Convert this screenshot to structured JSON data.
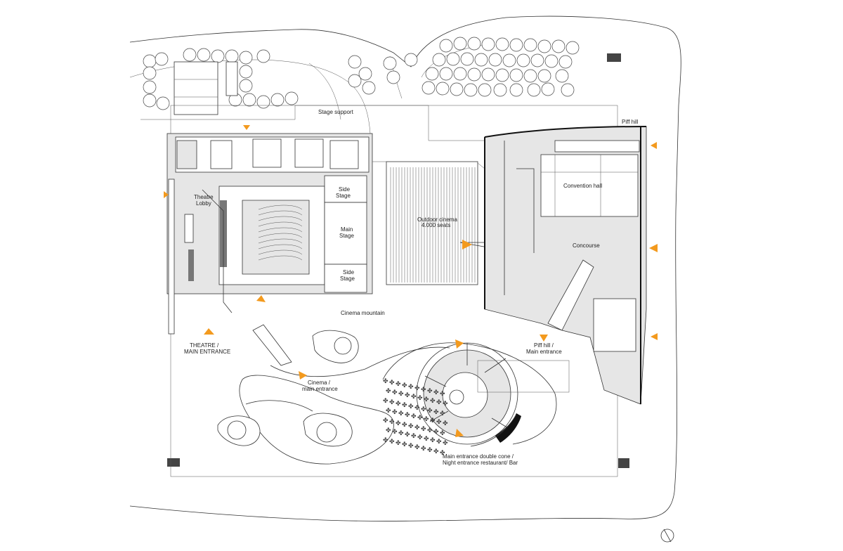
{
  "labels": {
    "stage_support": "Stage support",
    "piff_hill_top": "Piff hill",
    "theatre_lobby_1": "Theatre",
    "theatre_lobby_2": "Lobby",
    "side_stage_top_1": "Side",
    "side_stage_top_2": "Stage",
    "main_stage_1": "Main",
    "main_stage_2": "Stage",
    "side_stage_bottom_1": "Side",
    "side_stage_bottom_2": "Stage",
    "outdoor_cinema_1": "Outdoor cinema",
    "outdoor_cinema_2": "4.000 seats",
    "convention_hall": "Convention hall",
    "concourse": "Concourse",
    "cinema_mountain": "Cinema mountain",
    "theatre_entrance_1": "THEATRE /",
    "theatre_entrance_2": "MAIN ENTRANCE",
    "cinema_entrance_1": "Cinema /",
    "cinema_entrance_2": "main entrance",
    "piff_hill_entrance_1": "Piff hill /",
    "piff_hill_entrance_2": "Main entrance",
    "double_cone_1": "Main entrance double cone /",
    "double_cone_2": "Night entrance restaurant/ Bar"
  },
  "colors": {
    "arrow": "#f39a1e",
    "building_fill": "#e6e6e6",
    "line": "#333333"
  },
  "icons": [
    "north-arrow-icon",
    "entrance-arrow-icon"
  ]
}
